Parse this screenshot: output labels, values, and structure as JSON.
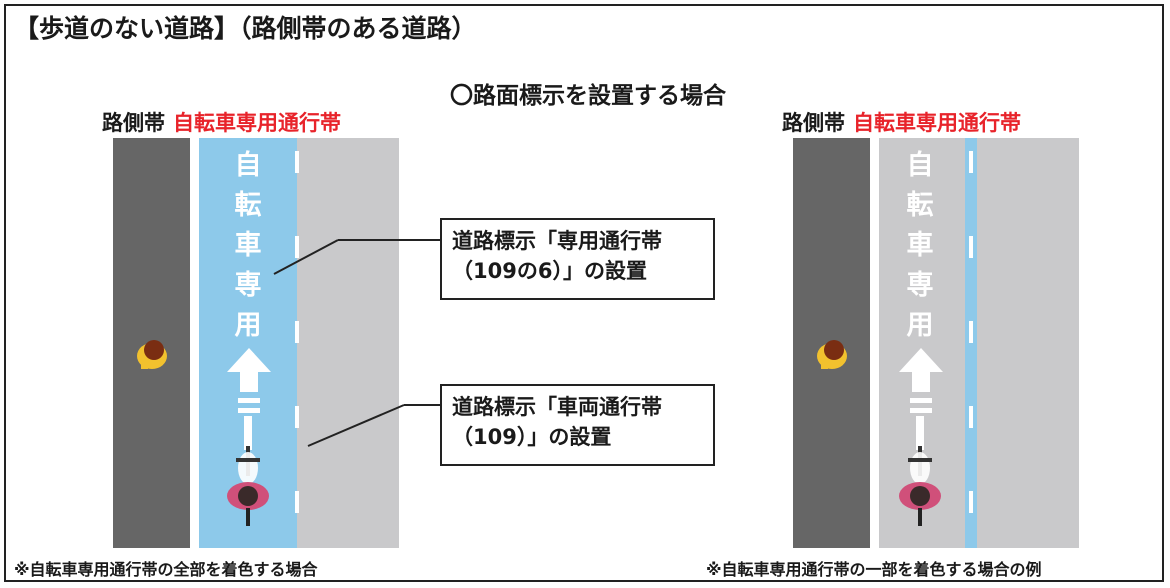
{
  "title": "【歩道のない道路】（路側帯のある道路）",
  "subtitle": "〇路面標示を設置する場合",
  "left_panel": {
    "label_side": "路側帯",
    "label_lane": "自転車専用通行帯",
    "lane_text": [
      "自",
      "転",
      "車",
      "専",
      "用"
    ],
    "note": "※自転車専用通行帯の全部を着色する場合"
  },
  "right_panel": {
    "label_side": "路側帯",
    "label_lane": "自転車専用通行帯",
    "lane_text": [
      "自",
      "転",
      "車",
      "専",
      "用"
    ],
    "note": "※自転車専用通行帯の一部を着色する場合の例"
  },
  "callouts": [
    {
      "line1": "道路標示「専用通行帯",
      "line2": "（109の6）」の設置"
    },
    {
      "line1": "道路標示「車両通行帯",
      "line2": "（109）」の設置"
    }
  ],
  "colors": {
    "accent_red": "#e8232a",
    "bike_lane_blue": "#8dc9ea",
    "roadside_dark": "#666666",
    "road_grey": "#c9c9cb"
  }
}
